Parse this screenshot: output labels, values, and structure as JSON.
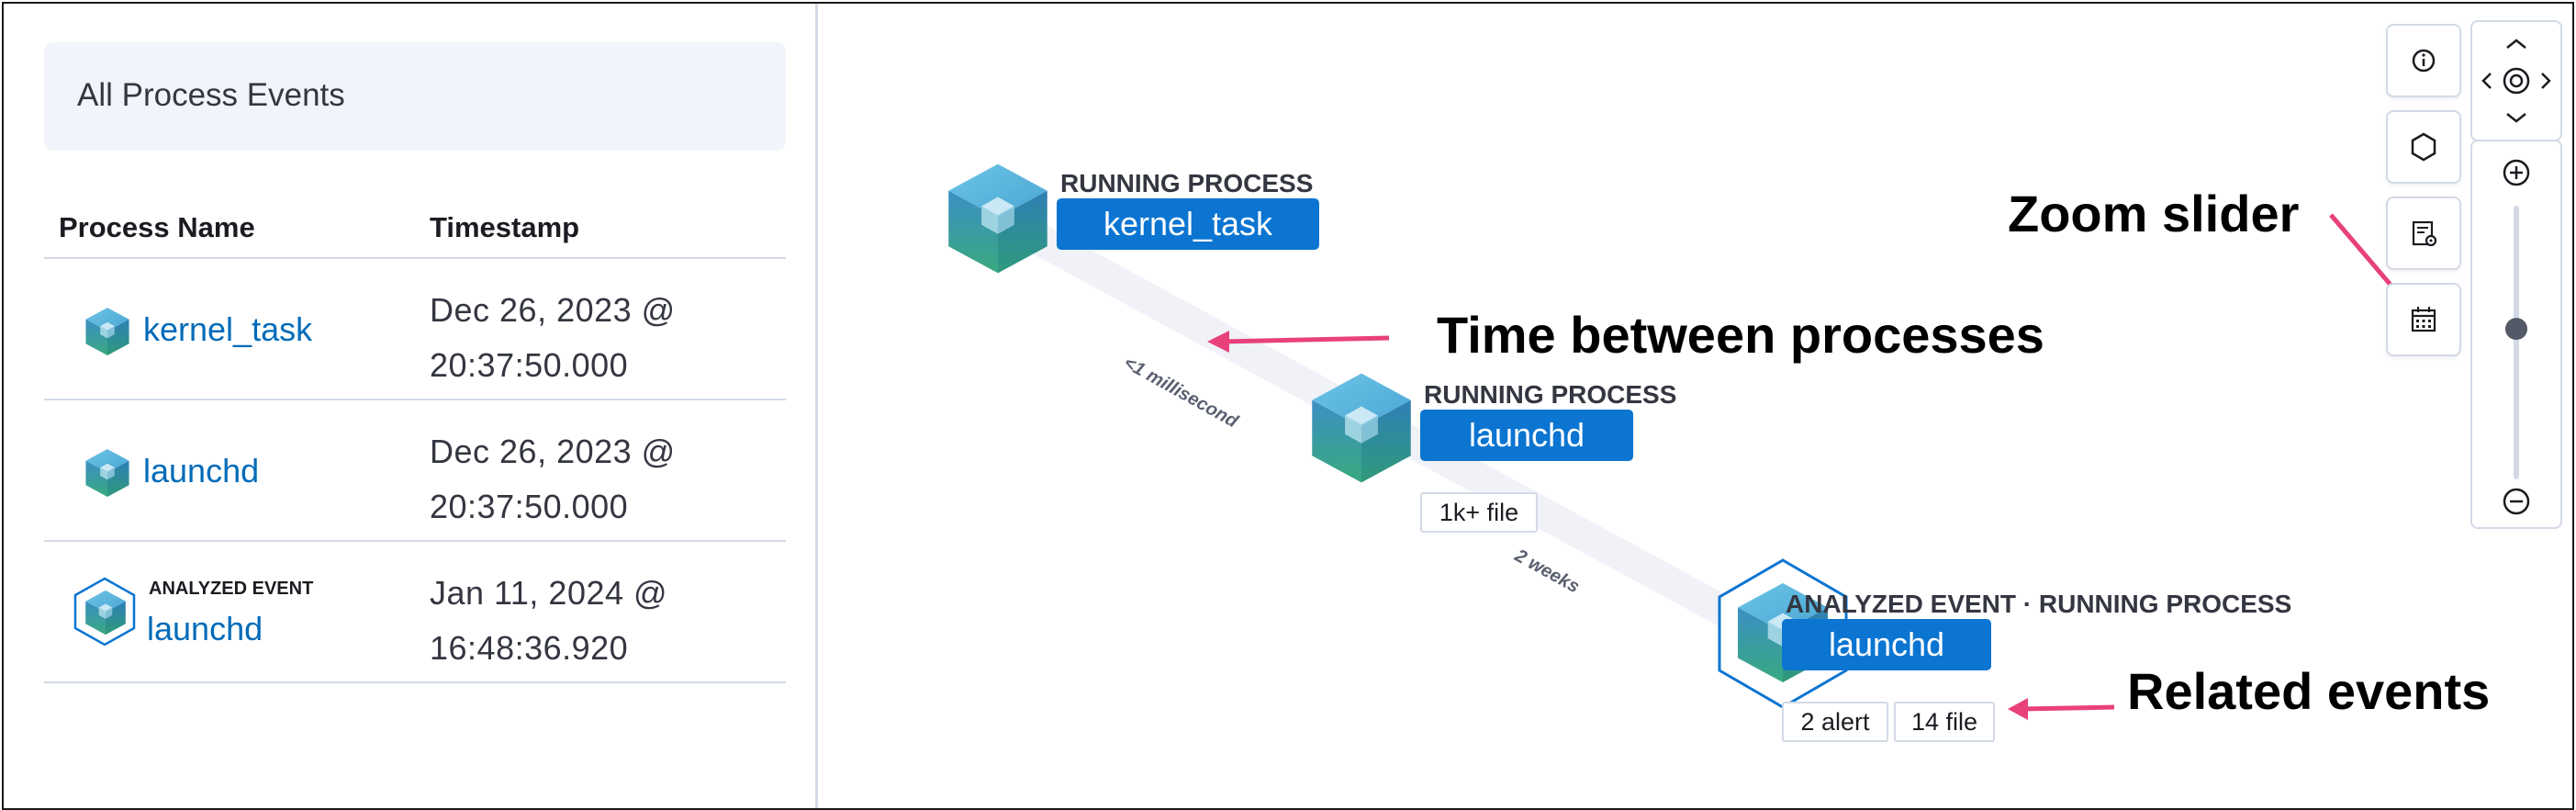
{
  "left_panel": {
    "title": "All Process Events",
    "columns": [
      "Process Name",
      "Timestamp"
    ],
    "rows": [
      {
        "name": "kernel_task",
        "timestamp_line1": "Dec 26, 2023 @",
        "timestamp_line2": "20:37:50.000",
        "analyzed": false,
        "icon": "process-cube-icon"
      },
      {
        "name": "launchd",
        "timestamp_line1": "Dec 26, 2023 @",
        "timestamp_line2": "20:37:50.000",
        "analyzed": false,
        "icon": "process-cube-icon"
      },
      {
        "name": "launchd",
        "timestamp_line1": "Jan 11, 2024 @",
        "timestamp_line2": "16:48:36.920",
        "analyzed": true,
        "tag": "ANALYZED EVENT",
        "icon": "analyzed-process-cube-icon"
      }
    ]
  },
  "graph": {
    "nodes": [
      {
        "label": "RUNNING PROCESS",
        "name": "kernel_task"
      },
      {
        "label": "RUNNING PROCESS",
        "name": "launchd",
        "related": [
          "1k+ file"
        ]
      },
      {
        "label": "ANALYZED EVENT · RUNNING PROCESS",
        "name": "launchd",
        "related": [
          "2 alert",
          "14 file"
        ]
      }
    ],
    "edges": [
      {
        "label": "<1 millisecond"
      },
      {
        "label": "2 weeks"
      }
    ]
  },
  "annotations": {
    "zoom_slider": "Zoom slider",
    "time_between": "Time between processes",
    "related_events": "Related events"
  },
  "controls": {
    "icons": [
      "info-icon",
      "hexagon-icon",
      "table-settings-icon",
      "calendar-icon"
    ],
    "nav_icons": [
      "chevron-up-icon",
      "chevron-left-icon",
      "center-target-icon",
      "chevron-right-icon",
      "chevron-down-icon"
    ],
    "zoom_icons": [
      "zoom-in-icon",
      "zoom-out-icon"
    ],
    "zoom_level": 0.55
  },
  "colors": {
    "accent": "#0b75d1",
    "link": "#006bb8",
    "arrow": "#e8417a",
    "cube_top": "#5ab6d9",
    "cube_side": "#2e8fb8"
  }
}
